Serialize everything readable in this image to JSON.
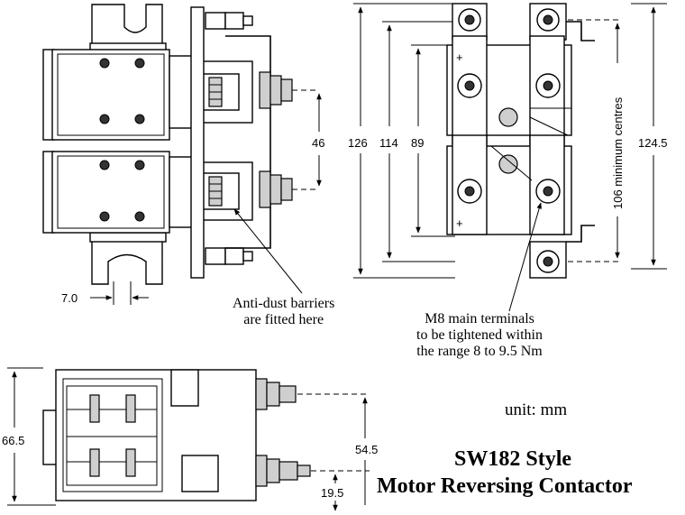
{
  "dimensions": {
    "d_7_0": "7.0",
    "d_46": "46",
    "d_126": "126",
    "d_114": "114",
    "d_89": "89",
    "d_124_5": "124.5",
    "d_106": "106 minimum centres",
    "d_66_5": "66.5",
    "d_54_5": "54.5",
    "d_19_5": "19.5"
  },
  "callouts": {
    "barriers_line1": "Anti-dust barriers",
    "barriers_line2": "are fitted here",
    "terminals_line1": "M8 main terminals",
    "terminals_line2": "to be tightened within",
    "terminals_line3": "the range 8 to 9.5 Nm"
  },
  "unit_note": "unit: mm",
  "title": {
    "line1": "SW182 Style",
    "line2": "Motor Reversing Contactor"
  },
  "terminal_signs": {
    "plus": "+"
  }
}
